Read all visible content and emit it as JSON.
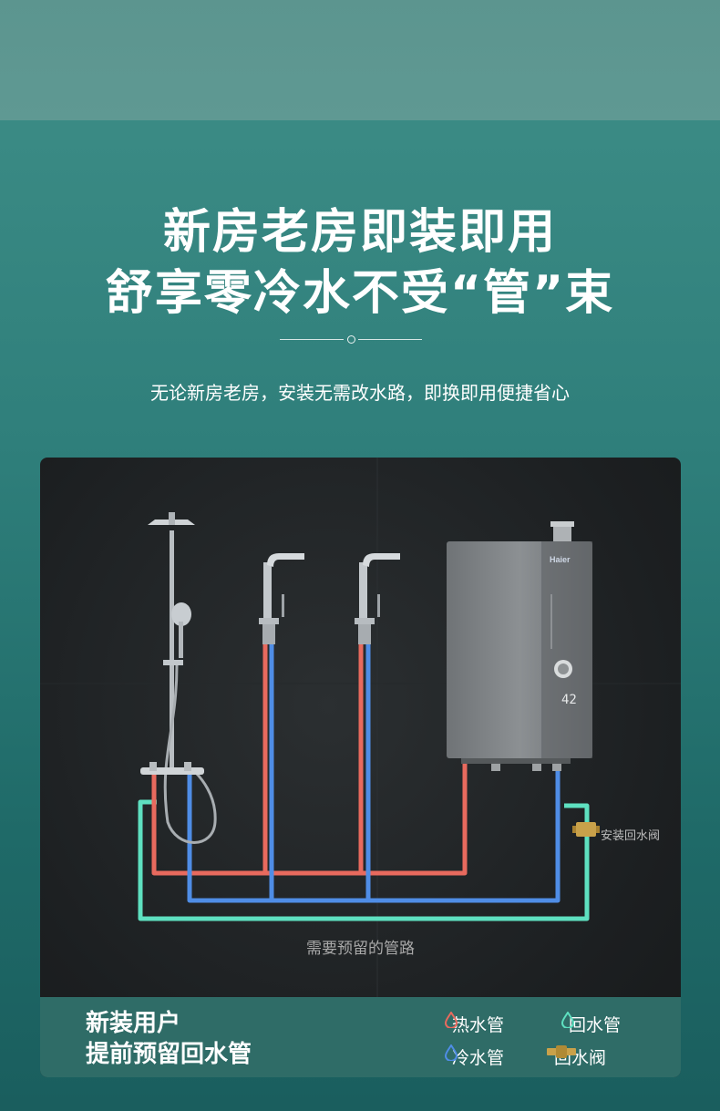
{
  "headline": {
    "line1": "新房老房即装即用",
    "line2": "舒享零冷水不受“管”束"
  },
  "subtitle": "无论新房老房，安装无需改水路，即换即用便捷省心",
  "diagram": {
    "brand": "Haier",
    "valve_label": "安装回水阀",
    "pipes_label": "需要预留的管路",
    "display_digits": "42",
    "colors": {
      "hot": "#e86a5e",
      "cold": "#4f8de6",
      "return": "#5ee0c0",
      "valve": "#c9a14a"
    }
  },
  "footer": {
    "title_line1": "新装用户",
    "title_line2": "提前预留回水管",
    "legend": [
      {
        "icon": "red-drop-icon",
        "label": "热水管"
      },
      {
        "icon": "green-drop-icon",
        "label": "回水管"
      },
      {
        "icon": "blue-drop-icon",
        "label": "冷水管"
      },
      {
        "icon": "gold-valve-icon",
        "label": "回水阀"
      }
    ]
  }
}
